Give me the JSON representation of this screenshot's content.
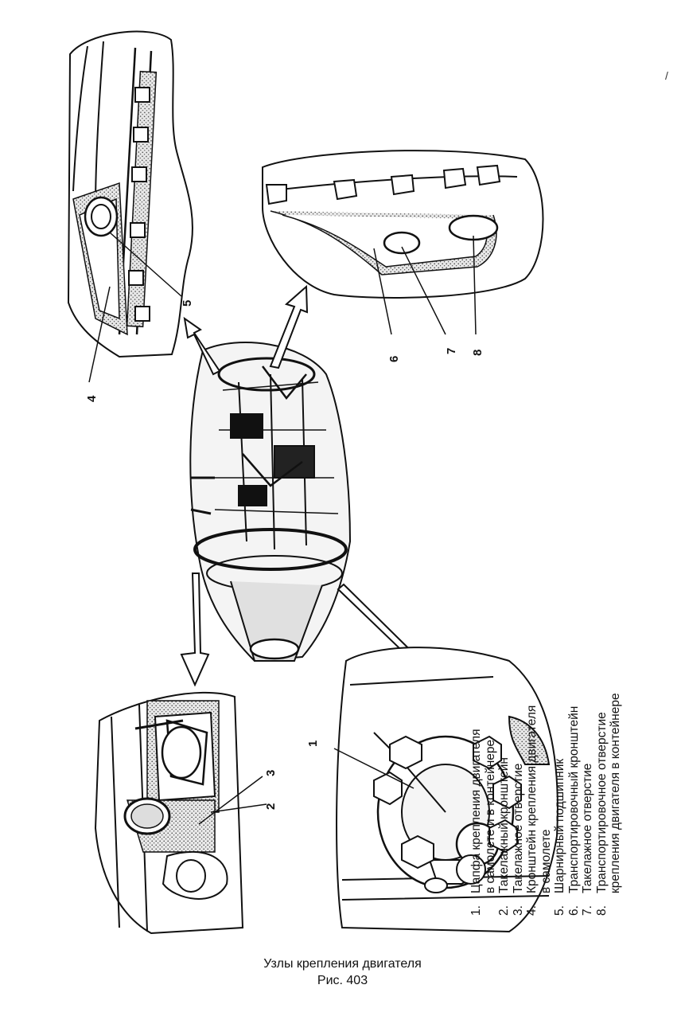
{
  "callouts": [
    "1",
    "2",
    "3",
    "4",
    "5",
    "6",
    "7",
    "8"
  ],
  "legend": [
    {
      "num": "1.",
      "text": "Цапфа крепления двигателя\nв самолете и в контейнере"
    },
    {
      "num": "2.",
      "text": "Такелажный кронштейн"
    },
    {
      "num": "3.",
      "text": "Такелажное отверстие"
    },
    {
      "num": "4.",
      "text": "Кронштейн крепления двигателя\nв самолете"
    },
    {
      "num": "5.",
      "text": "Шарнирный подшипник"
    },
    {
      "num": "6.",
      "text": "Транспортировочный кронштейн"
    },
    {
      "num": "7.",
      "text": "Такелажное отверстие"
    },
    {
      "num": "8.",
      "text": "Транспортировочное отверстие\nкрепления двигателя в контейнере"
    }
  ],
  "caption": {
    "title": "Узлы крепления двигателя",
    "figure": "Рис. 403"
  }
}
